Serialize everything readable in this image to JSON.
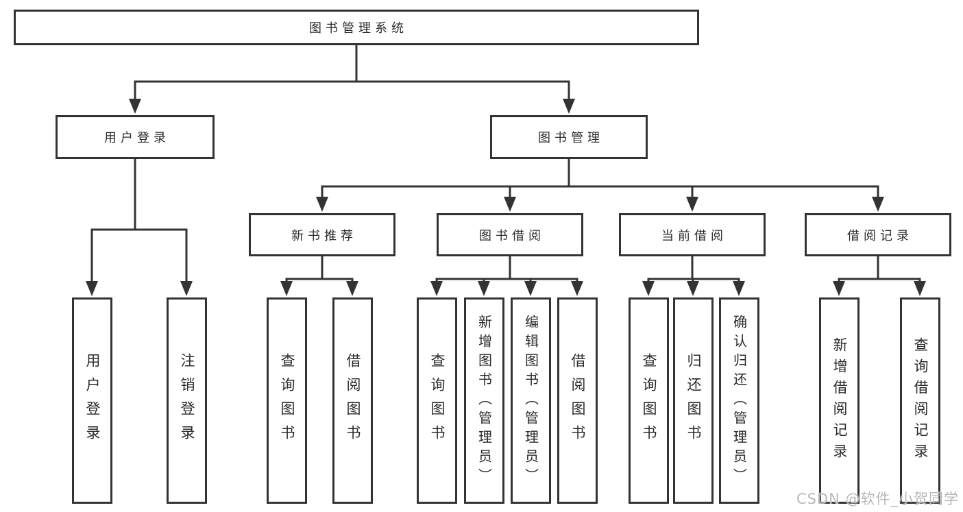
{
  "nodes": {
    "root": "图书管理系统",
    "user_login": "用户登录",
    "book_management": "图书管理",
    "new_book_recommend": "新书推荐",
    "book_borrow": "图书借阅",
    "current_borrow": "当前借阅",
    "borrow_records": "借阅记录",
    "leaf_user_login": "用户登录",
    "leaf_logout": "注销登录",
    "leaf_query_books_1": "查询图书",
    "leaf_borrow_books_1": "借阅图书",
    "leaf_query_books_2": "查询图书",
    "leaf_add_book_admin": "新增图书（管理员）",
    "leaf_edit_book_admin": "编辑图书（管理员）",
    "leaf_borrow_books_2": "借阅图书",
    "leaf_query_books_3": "查询图书",
    "leaf_return_book": "归还图书",
    "leaf_confirm_return_admin": "确认归还（管理员）",
    "leaf_add_borrow_record": "新增借阅记录",
    "leaf_query_borrow_record": "查询借阅记录"
  },
  "hierarchy": {
    "label": "图书管理系统",
    "children": [
      {
        "label": "用户登录",
        "children": [
          {
            "label": "用户登录"
          },
          {
            "label": "注销登录"
          }
        ]
      },
      {
        "label": "图书管理",
        "children": [
          {
            "label": "新书推荐",
            "children": [
              {
                "label": "查询图书"
              },
              {
                "label": "借阅图书"
              }
            ]
          },
          {
            "label": "图书借阅",
            "children": [
              {
                "label": "查询图书"
              },
              {
                "label": "新增图书（管理员）"
              },
              {
                "label": "编辑图书（管理员）"
              },
              {
                "label": "借阅图书"
              }
            ]
          },
          {
            "label": "当前借阅",
            "children": [
              {
                "label": "查询图书"
              },
              {
                "label": "归还图书"
              },
              {
                "label": "确认归还（管理员）"
              }
            ]
          },
          {
            "label": "借阅记录",
            "children": [
              {
                "label": "新增借阅记录"
              },
              {
                "label": "查询借阅记录"
              }
            ]
          }
        ]
      }
    ]
  },
  "watermark": "CSDN @软件_小贺同学",
  "colors": {
    "line": "#333333",
    "box_border": "#333333",
    "box_fill": "#ffffff",
    "text": "#2b2b2b",
    "watermark": "#b9b9b9",
    "background": "#ffffff"
  }
}
